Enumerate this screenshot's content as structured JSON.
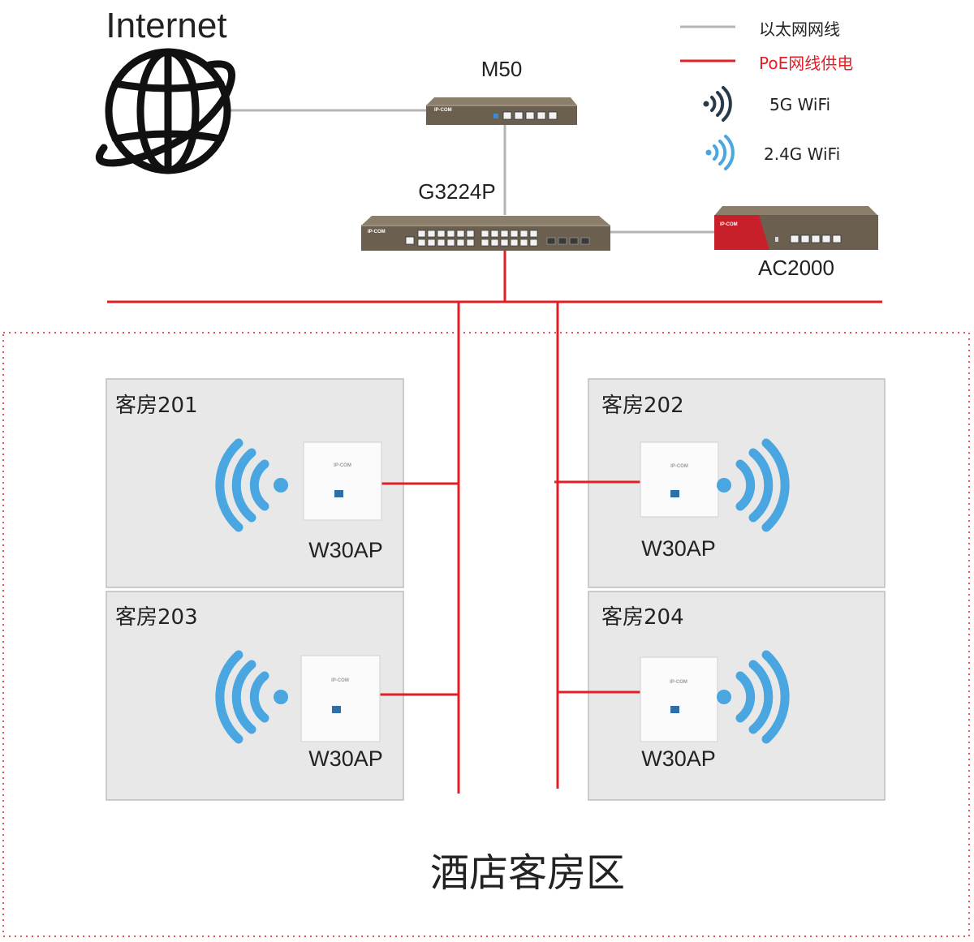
{
  "internet": {
    "label": "Internet"
  },
  "router": {
    "name": "M50",
    "brand": "IP-COM"
  },
  "switch": {
    "name": "G3224P",
    "brand": "IP-COM"
  },
  "controller": {
    "name": "AC2000",
    "brand": "IP-COM"
  },
  "legend": {
    "ethernet": "以太网网线",
    "poe": "PoE网线供电",
    "wifi5g": "5G WiFi",
    "wifi24g": "2.4G WiFi"
  },
  "rooms": [
    {
      "name": "客房201",
      "ap": "W30AP"
    },
    {
      "name": "客房202",
      "ap": "W30AP"
    },
    {
      "name": "客房203",
      "ap": "W30AP"
    },
    {
      "name": "客房204",
      "ap": "W30AP"
    }
  ],
  "ap_brand": "IP-COM",
  "zone": {
    "label": "酒店客房区"
  },
  "colors": {
    "ethernet": "#b5b5b5",
    "poe": "#e31e24",
    "wifi5g": "#2b3a4a",
    "wifi24g": "#4aa6e0",
    "room_fill": "#e8e8e8"
  }
}
